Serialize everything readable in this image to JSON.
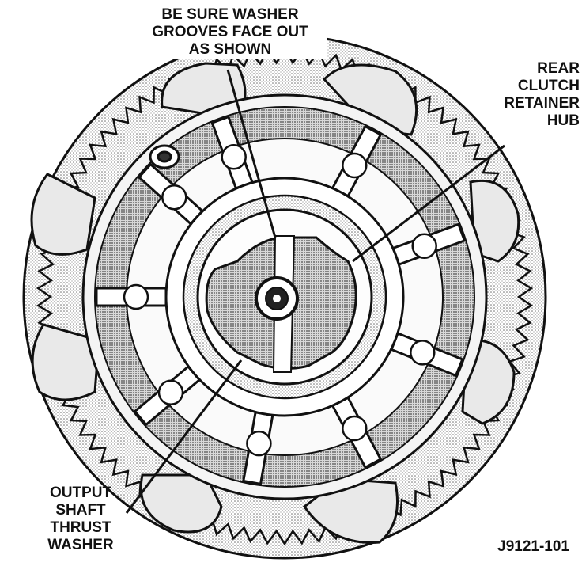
{
  "diagram": {
    "callouts": {
      "washer_grooves": [
        "BE SURE WASHER",
        "GROOVES FACE OUT",
        "AS SHOWN"
      ],
      "rear_clutch_retainer_hub": [
        "REAR",
        "CLUTCH",
        "RETAINER",
        "HUB"
      ],
      "output_shaft_thrust_washer": [
        "OUTPUT",
        "SHAFT",
        "THRUST",
        "WASHER"
      ]
    },
    "figure_code": "J9121-101"
  },
  "colors": {
    "ink": "#111111",
    "shading": "#b5b5b5",
    "paper": "#ffffff"
  }
}
